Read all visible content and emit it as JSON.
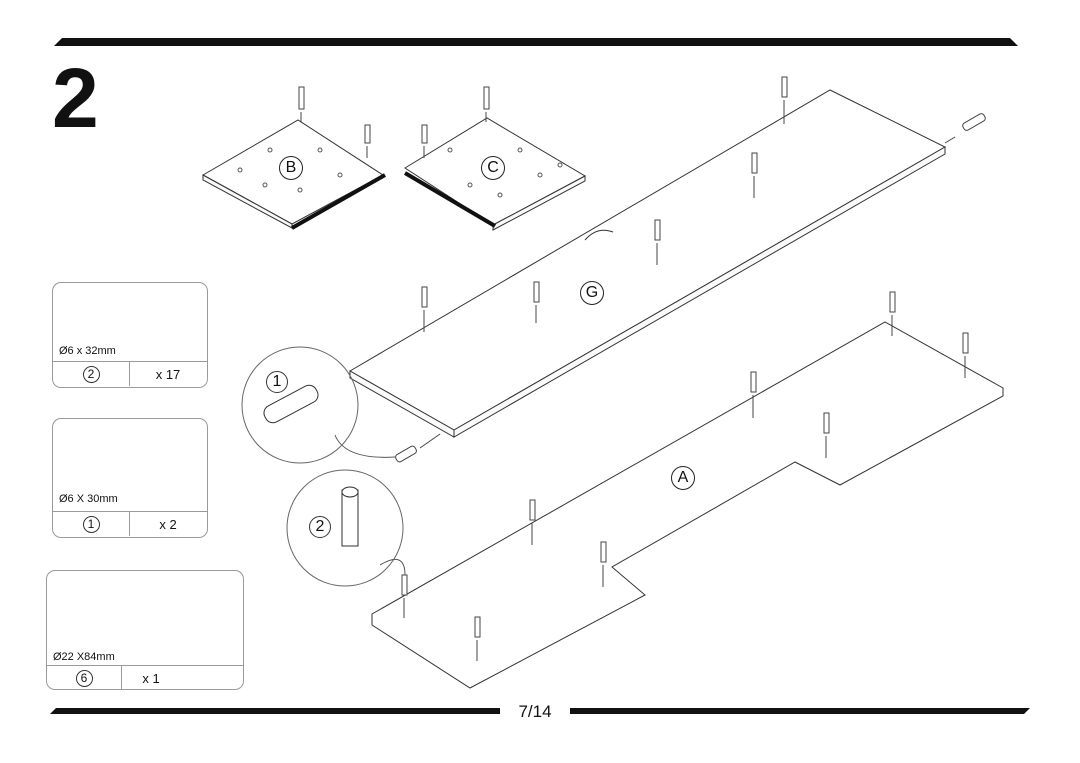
{
  "step": {
    "number": "2"
  },
  "page": {
    "number": "7/14"
  },
  "panels": {
    "b": "B",
    "c": "C",
    "g": "G",
    "a": "A"
  },
  "callouts": [
    {
      "label": "1"
    },
    {
      "label": "2"
    }
  ],
  "parts": [
    {
      "size": "Ø6 x 32mm",
      "id": "2",
      "qty": "x 17",
      "icon": "cam-dowel-icon"
    },
    {
      "size": "Ø6 X 30mm",
      "id": "1",
      "qty": "x 2",
      "icon": "wood-dowel-icon"
    },
    {
      "size": "Ø22 X84mm",
      "id": "6",
      "qty": "x 1",
      "icon": "cam-lock-icon"
    }
  ]
}
